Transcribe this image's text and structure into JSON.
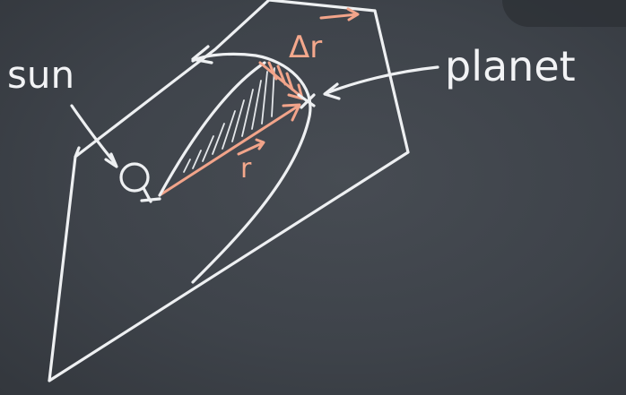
{
  "labels": {
    "sun": "sun",
    "planet": "planet",
    "delta_r": "Δr",
    "r": "r"
  },
  "colors": {
    "board": "#3e434a",
    "chalk_white": "#eef0f2",
    "chalk_orange": "#f2a48a"
  }
}
